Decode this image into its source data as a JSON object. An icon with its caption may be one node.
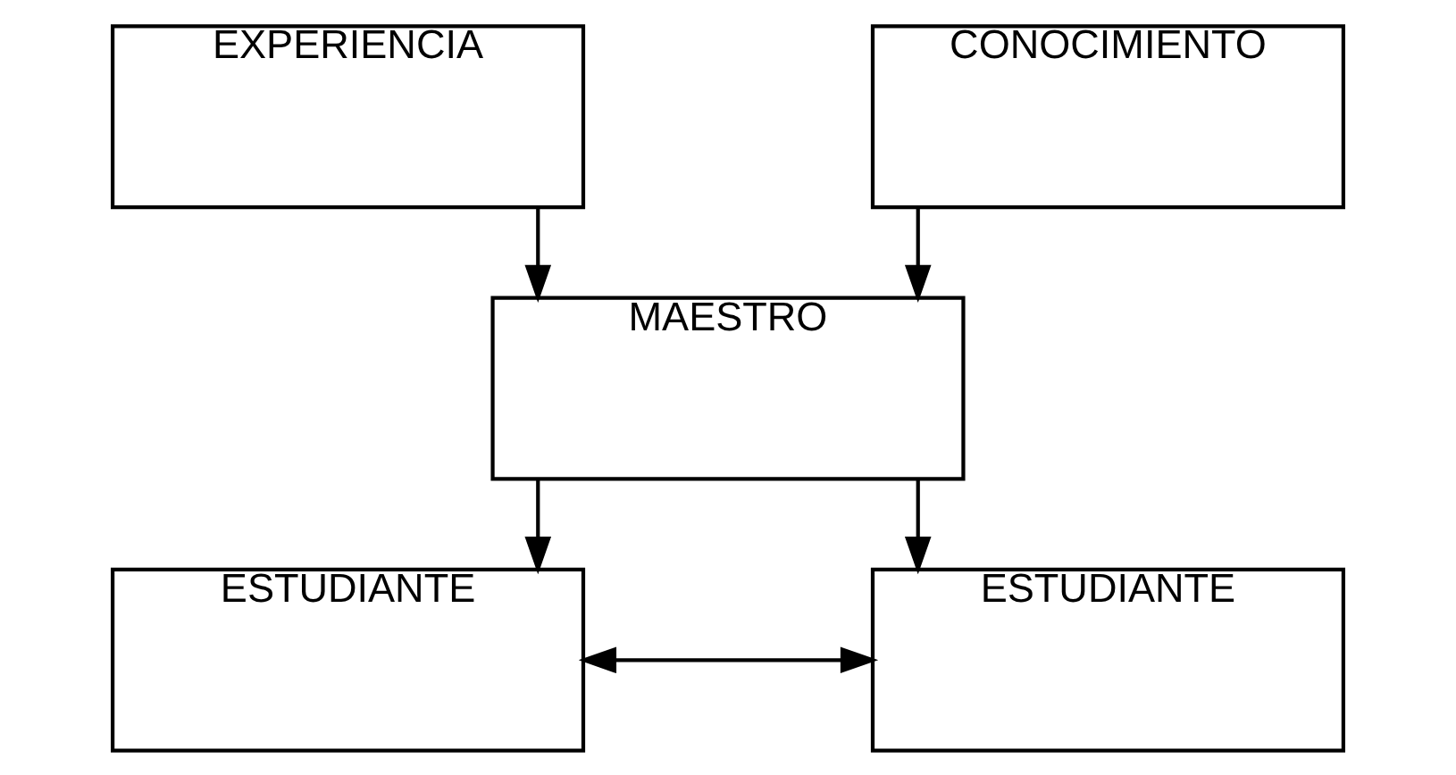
{
  "diagram": {
    "nodes": [
      {
        "text": [
          "EXPERIENCIA"
        ]
      },
      {
        "text": [
          "CONOCIMIENTO"
        ]
      },
      {
        "text": [
          "MAESTRO"
        ]
      },
      {
        "text": [
          "ESTUDIANTE"
        ]
      },
      {
        "text": [
          "ESTUDIANTE"
        ]
      }
    ],
    "edges": [
      {
        "from": 0,
        "to": 2,
        "arrow": "to"
      },
      {
        "from": 1,
        "to": 2,
        "arrow": "to"
      },
      {
        "from": 2,
        "to": 3,
        "arrow": "to"
      },
      {
        "from": 2,
        "to": 4,
        "arrow": "to"
      },
      {
        "from": 3,
        "to": 4,
        "arrow": "both"
      }
    ]
  }
}
